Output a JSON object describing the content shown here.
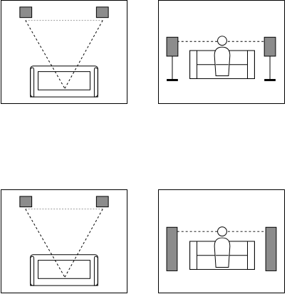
{
  "figure": {
    "panels": [
      {
        "id": "top-left",
        "view": "top",
        "speaker_style": "small-box"
      },
      {
        "id": "top-right",
        "view": "front",
        "speaker_style": "bookshelf-on-stand"
      },
      {
        "id": "bottom-left",
        "view": "top",
        "speaker_style": "small-box"
      },
      {
        "id": "bottom-right",
        "view": "front",
        "speaker_style": "floorstanding-tower"
      }
    ],
    "colors": {
      "speaker_fill": "#8c8c8c",
      "line": "#000000",
      "guide_line_dashed": "#000000",
      "guide_line_dotted": "#9a9a9a",
      "background": "#ffffff"
    },
    "icons": [
      "speaker-icon",
      "sofa-icon",
      "listener-icon",
      "speaker-stand-icon"
    ]
  }
}
